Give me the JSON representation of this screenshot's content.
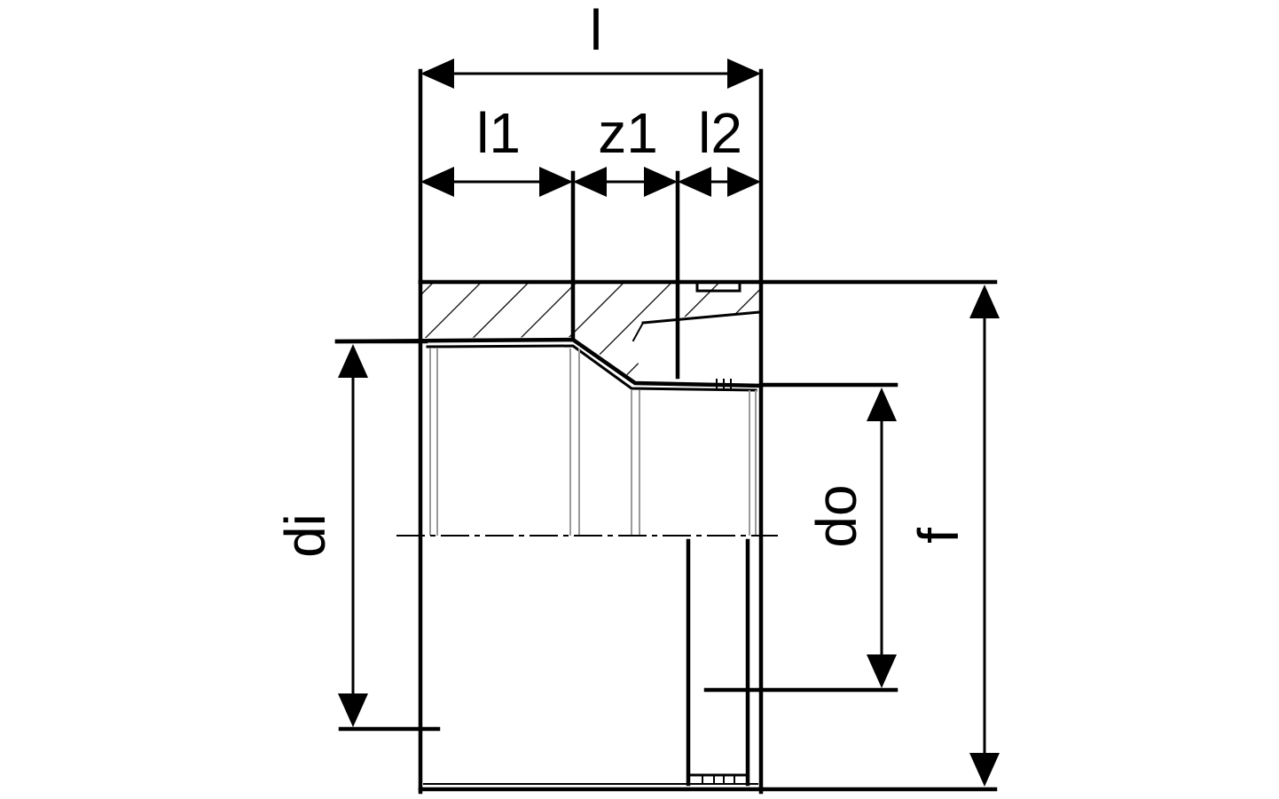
{
  "labels": {
    "overall_length": "l",
    "length_1": "l1",
    "length_z1": "z1",
    "length_2": "l2",
    "inner_diameter": "di",
    "outer_diameter": "do",
    "total_height": "f"
  },
  "colors": {
    "stroke": "#000000",
    "background": "#ffffff",
    "hidden_line": "#9a9a9a"
  }
}
